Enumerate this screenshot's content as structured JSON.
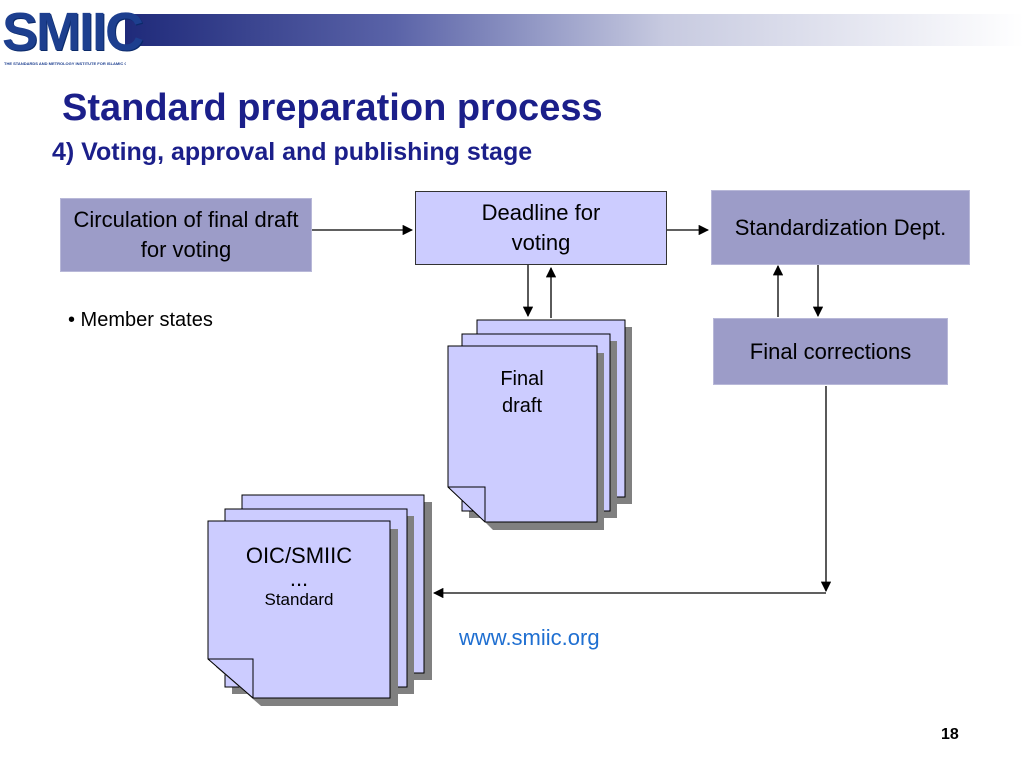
{
  "logo": {
    "text": "SMIIC",
    "tagline": "THE STANDARDS AND METROLOGY INSTITUTE FOR ISLAMIC COUNTRIES"
  },
  "slide": {
    "title": "Standard preparation process",
    "subtitle": "4) Voting, approval and publishing stage"
  },
  "boxes": {
    "circulation": "Circulation of final draft for voting",
    "deadline": "Deadline for voting",
    "dept": "Standardization Dept.",
    "final_corrections": "Final corrections"
  },
  "bullet": "• Member states",
  "final_draft": {
    "line1": "Final",
    "line2": "draft"
  },
  "standard_doc": {
    "line1": "OIC/SMIIC",
    "line2": "...",
    "line3": "Standard"
  },
  "url": "www.smiic.org",
  "page_number": "18",
  "colors": {
    "title": "#1b1f8a",
    "box_purple": "#9c9cc8",
    "box_lavender": "#ccccff",
    "link": "#1f6fd1"
  }
}
